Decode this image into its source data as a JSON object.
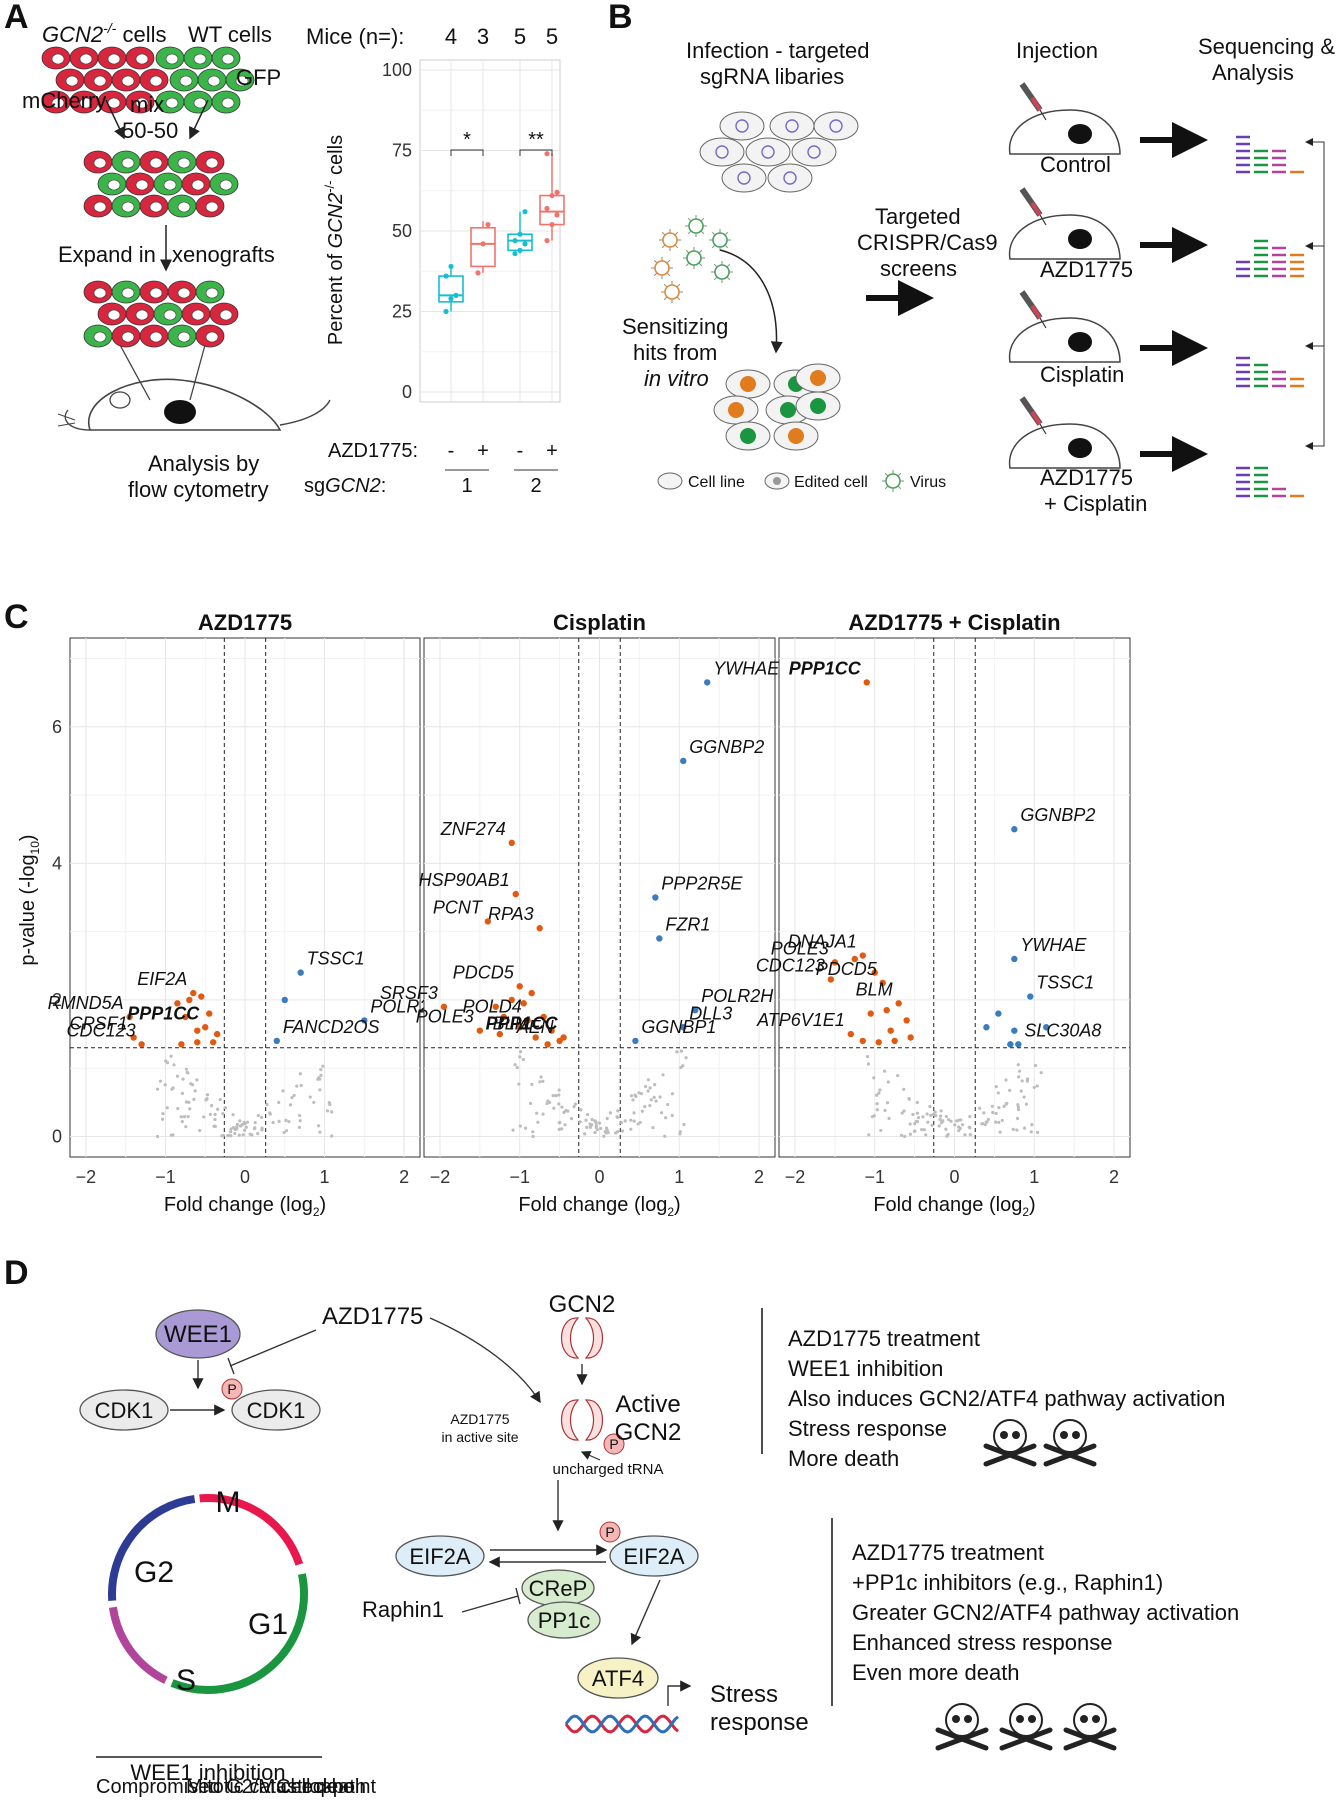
{
  "panel_letters": [
    "A",
    "B",
    "C",
    "D"
  ],
  "panelA": {
    "gcn2_cells": "GCN2",
    "gcn2_cells_sup": "-/-",
    "gcn2_cells_suffix": " cells",
    "wt_cells": "WT cells",
    "mcherry": "mCherry",
    "gfp": "GFP",
    "mix": "mix",
    "ratio": "50-50",
    "expand": "Expand in",
    "xenografts": "xenografts",
    "analysis1": "Analysis by",
    "analysis2": "flow cytometry",
    "mice_label": "Mice (n=):",
    "mice_counts": [
      "4",
      "3",
      "5",
      "5"
    ],
    "azd_label": "AZD1775:",
    "azd_signs": [
      "-",
      "+",
      "-",
      "+"
    ],
    "sg_label_prefix": "sg",
    "sg_label_gene": "GCN2",
    "sg_label_suffix": ":",
    "sg_groups": [
      "1",
      "2"
    ],
    "sig": [
      "*",
      "**"
    ],
    "colors": {
      "red": "#d7263d",
      "green": "#3bb54a",
      "cyan": "#17becf",
      "salmon": "#f0746e"
    }
  },
  "panelB": {
    "infection1": "Infection - targeted",
    "infection2": "sgRNA libaries",
    "sens1": "Sensitizing",
    "sens2": "hits from",
    "sens3": "in vitro",
    "targeted1": "Targeted",
    "targeted2": "CRISPR/Cas9",
    "targeted3": "screens",
    "injection": "Injection",
    "seq1": "Sequencing &",
    "seq2": "Analysis",
    "mice": [
      "Control",
      "AZD1775",
      "Cisplatin",
      "AZD1775",
      "+ Cisplatin"
    ],
    "legend": [
      "Cell line",
      "Edited cell",
      "Virus"
    ]
  },
  "panelC": {
    "titles": [
      "AZD1775",
      "Cisplatin",
      "AZD1775 + Cisplatin"
    ],
    "xlabel": "Fold change (log",
    "xlabel_sub": "2",
    "ylabel": "p-value (-log",
    "ylabel_sub": "10",
    "colors": {
      "neg": "#e15a0f",
      "pos": "#3b7bbf",
      "ns": "#bdbdbd"
    }
  },
  "chart_data": [
    {
      "type": "box",
      "title": "",
      "ylabel": "Percent of GCN2-/- cells",
      "ylim": [
        0,
        100
      ],
      "yticks": [
        0,
        25,
        50,
        75,
        100
      ],
      "groups": [
        {
          "sgGCN2": "1",
          "AZD1775": "-",
          "n": 4,
          "median": 30,
          "q1": 28,
          "q3": 36,
          "min": 25,
          "max": 39,
          "points": [
            25,
            29,
            30,
            36,
            39
          ]
        },
        {
          "sgGCN2": "1",
          "AZD1775": "+",
          "n": 3,
          "median": 46,
          "q1": 39,
          "q3": 51,
          "min": 37,
          "max": 53,
          "points": [
            37,
            46,
            52
          ]
        },
        {
          "sgGCN2": "2",
          "AZD1775": "-",
          "n": 5,
          "median": 47,
          "q1": 44,
          "q3": 49,
          "min": 43,
          "max": 56,
          "points": [
            43,
            44,
            46,
            47,
            49,
            56
          ]
        },
        {
          "sgGCN2": "2",
          "AZD1775": "+",
          "n": 5,
          "median": 56,
          "q1": 52,
          "q3": 61,
          "min": 47,
          "max": 74,
          "points": [
            47,
            52,
            55,
            57,
            61,
            62,
            74
          ]
        }
      ]
    },
    {
      "type": "scatter",
      "title": "AZD1775",
      "xlabel": "Fold change (log2)",
      "ylabel": "p-value (-log10)",
      "xlim": [
        -2.2,
        2.2
      ],
      "ylim": [
        -0.3,
        7.3
      ],
      "xticks": [
        -2,
        -1,
        0,
        1,
        2
      ],
      "yticks": [
        0,
        2,
        4,
        6
      ],
      "vlines": [
        -0.26,
        0.26
      ],
      "hline": 1.3,
      "labeled_points": [
        {
          "gene": "RMND5A",
          "x": -1.45,
          "y": 1.75,
          "class": "neg"
        },
        {
          "gene": "CPSF1",
          "x": -1.4,
          "y": 1.45,
          "class": "neg"
        },
        {
          "gene": "CDC123",
          "x": -1.3,
          "y": 1.35,
          "class": "neg"
        },
        {
          "gene": "EIF2A",
          "x": -0.65,
          "y": 2.1,
          "class": "neg"
        },
        {
          "gene": "PPP1CC",
          "x": -0.5,
          "y": 1.6,
          "class": "neg",
          "bold": true
        },
        {
          "gene": "TSSC1",
          "x": 0.7,
          "y": 2.4,
          "class": "pos"
        },
        {
          "gene": "POLR2L",
          "x": 1.5,
          "y": 1.7,
          "class": "pos"
        },
        {
          "gene": "FANCD2OS",
          "x": 0.4,
          "y": 1.4,
          "class": "pos"
        }
      ],
      "other_points": [
        {
          "x": -0.85,
          "y": 1.95,
          "class": "neg"
        },
        {
          "x": -0.75,
          "y": 1.75,
          "class": "neg"
        },
        {
          "x": -0.7,
          "y": 2.0,
          "class": "neg"
        },
        {
          "x": -0.6,
          "y": 1.55,
          "class": "neg"
        },
        {
          "x": -0.55,
          "y": 2.05,
          "class": "neg"
        },
        {
          "x": -0.45,
          "y": 1.8,
          "class": "neg"
        },
        {
          "x": -0.35,
          "y": 1.5,
          "class": "neg"
        },
        {
          "x": -0.8,
          "y": 1.35,
          "class": "neg"
        },
        {
          "x": -0.6,
          "y": 1.38,
          "class": "neg"
        },
        {
          "x": -0.4,
          "y": 1.38,
          "class": "neg"
        },
        {
          "x": 0.5,
          "y": 2.0,
          "class": "pos"
        }
      ]
    },
    {
      "type": "scatter",
      "title": "Cisplatin",
      "xlabel": "Fold change (log2)",
      "ylabel": "p-value (-log10)",
      "xlim": [
        -2.2,
        2.2
      ],
      "ylim": [
        -0.3,
        7.3
      ],
      "xticks": [
        -2,
        -1,
        0,
        1,
        2
      ],
      "yticks": [
        0,
        2,
        4,
        6
      ],
      "vlines": [
        -0.26,
        0.26
      ],
      "hline": 1.3,
      "labeled_points": [
        {
          "gene": "YWHAE",
          "x": 1.35,
          "y": 6.65,
          "class": "pos"
        },
        {
          "gene": "GGNBP2",
          "x": 1.05,
          "y": 5.5,
          "class": "pos"
        },
        {
          "gene": "ZNF274",
          "x": -1.1,
          "y": 4.3,
          "class": "neg"
        },
        {
          "gene": "HSP90AB1",
          "x": -1.05,
          "y": 3.55,
          "class": "neg"
        },
        {
          "gene": "PPP2R5E",
          "x": 0.7,
          "y": 3.5,
          "class": "pos"
        },
        {
          "gene": "RPA3",
          "x": -0.75,
          "y": 3.05,
          "class": "neg"
        },
        {
          "gene": "PCNT",
          "x": -1.4,
          "y": 3.15,
          "class": "neg"
        },
        {
          "gene": "FZR1",
          "x": 0.75,
          "y": 2.9,
          "class": "pos"
        },
        {
          "gene": "PDCD5",
          "x": -1.0,
          "y": 2.2,
          "class": "neg"
        },
        {
          "gene": "SRSF3",
          "x": -1.95,
          "y": 1.9,
          "class": "neg"
        },
        {
          "gene": "POLR2H",
          "x": 1.2,
          "y": 1.85,
          "class": "pos"
        },
        {
          "gene": "POLD4",
          "x": -0.9,
          "y": 1.7,
          "class": "neg"
        },
        {
          "gene": "DLL3",
          "x": 1.05,
          "y": 1.6,
          "class": "pos"
        },
        {
          "gene": "POLE3",
          "x": -1.5,
          "y": 1.55,
          "class": "neg"
        },
        {
          "gene": "BLM",
          "x": -0.8,
          "y": 1.45,
          "class": "neg"
        },
        {
          "gene": "AEN",
          "x": -0.5,
          "y": 1.4,
          "class": "neg"
        },
        {
          "gene": "GGNBP1",
          "x": 0.45,
          "y": 1.4,
          "class": "pos"
        },
        {
          "gene": "PPP1CC",
          "x": -0.45,
          "y": 1.45,
          "class": "neg",
          "bold": true
        }
      ],
      "other_points": [
        {
          "x": -1.3,
          "y": 1.9,
          "class": "neg"
        },
        {
          "x": -1.2,
          "y": 1.75,
          "class": "neg"
        },
        {
          "x": -1.1,
          "y": 2.0,
          "class": "neg"
        },
        {
          "x": -0.95,
          "y": 1.95,
          "class": "neg"
        },
        {
          "x": -0.85,
          "y": 2.1,
          "class": "neg"
        },
        {
          "x": -1.25,
          "y": 1.5,
          "class": "neg"
        },
        {
          "x": -1.0,
          "y": 1.6,
          "class": "neg"
        },
        {
          "x": -0.7,
          "y": 1.75,
          "class": "neg"
        },
        {
          "x": -0.6,
          "y": 1.55,
          "class": "neg"
        },
        {
          "x": -0.65,
          "y": 1.35,
          "class": "neg"
        }
      ]
    },
    {
      "type": "scatter",
      "title": "AZD1775 + Cisplatin",
      "xlabel": "Fold change (log2)",
      "ylabel": "p-value (-log10)",
      "xlim": [
        -2.2,
        2.2
      ],
      "ylim": [
        -0.3,
        7.3
      ],
      "xticks": [
        -2,
        -1,
        0,
        1,
        2
      ],
      "yticks": [
        0,
        2,
        4,
        6
      ],
      "vlines": [
        -0.26,
        0.26
      ],
      "hline": 1.3,
      "labeled_points": [
        {
          "gene": "PPP1CC",
          "x": -1.1,
          "y": 6.65,
          "class": "neg",
          "bold": true
        },
        {
          "gene": "GGNBP2",
          "x": 0.75,
          "y": 4.5,
          "class": "pos"
        },
        {
          "gene": "POLE3",
          "x": -1.5,
          "y": 2.55,
          "class": "neg"
        },
        {
          "gene": "DNAJA1",
          "x": -1.15,
          "y": 2.65,
          "class": "neg"
        },
        {
          "gene": "YWHAE",
          "x": 0.75,
          "y": 2.6,
          "class": "pos"
        },
        {
          "gene": "CDC123",
          "x": -1.55,
          "y": 2.3,
          "class": "neg"
        },
        {
          "gene": "PDCD5",
          "x": -0.9,
          "y": 2.25,
          "class": "neg"
        },
        {
          "gene": "TSSC1",
          "x": 0.95,
          "y": 2.05,
          "class": "pos"
        },
        {
          "gene": "BLM",
          "x": -0.7,
          "y": 1.95,
          "class": "neg"
        },
        {
          "gene": "ATP6V1E1",
          "x": -1.3,
          "y": 1.5,
          "class": "neg"
        },
        {
          "gene": "SLC30A8",
          "x": 0.8,
          "y": 1.35,
          "class": "pos"
        }
      ],
      "other_points": [
        {
          "x": -1.25,
          "y": 2.6,
          "class": "neg"
        },
        {
          "x": -1.0,
          "y": 2.4,
          "class": "neg"
        },
        {
          "x": -1.05,
          "y": 1.8,
          "class": "neg"
        },
        {
          "x": -0.85,
          "y": 1.85,
          "class": "neg"
        },
        {
          "x": -0.8,
          "y": 1.55,
          "class": "neg"
        },
        {
          "x": -0.6,
          "y": 1.7,
          "class": "neg"
        },
        {
          "x": -0.55,
          "y": 1.45,
          "class": "neg"
        },
        {
          "x": -1.15,
          "y": 1.4,
          "class": "neg"
        },
        {
          "x": -0.95,
          "y": 1.38,
          "class": "neg"
        },
        {
          "x": -0.75,
          "y": 1.4,
          "class": "neg"
        },
        {
          "x": 0.4,
          "y": 1.6,
          "class": "pos"
        },
        {
          "x": 0.55,
          "y": 1.8,
          "class": "pos"
        },
        {
          "x": 0.75,
          "y": 1.55,
          "class": "pos"
        },
        {
          "x": 1.15,
          "y": 1.6,
          "class": "pos"
        },
        {
          "x": 0.7,
          "y": 1.35,
          "class": "pos"
        }
      ]
    }
  ],
  "panelD": {
    "wee1": "WEE1",
    "azd": "AZD1775",
    "cdk1": "CDK1",
    "p": "P",
    "phases": [
      "M",
      "G2",
      "G1",
      "S"
    ],
    "wee_caption": [
      "WEE1 inhibition",
      "Compromised G2/M checkpoint",
      "Mitotic catastrophe",
      "Cell death"
    ],
    "gcn2": "GCN2",
    "active1": "Active",
    "active2": "GCN2",
    "azd_site1": "AZD1775",
    "azd_site2": "in active site",
    "tRNA": "uncharged tRNA",
    "eif2a": "EIF2A",
    "crep": "CReP",
    "pp1c": "PP1c",
    "raphin": "Raphin1",
    "atf4": "ATF4",
    "stress1": "Stress",
    "stress2": "response",
    "box1": [
      "AZD1775 treatment",
      "WEE1 inhibition",
      "Also induces GCN2/ATF4 pathway activation",
      "Stress response",
      "More death"
    ],
    "box2": [
      "AZD1775 treatment",
      "+PP1c inhibitors (e.g., Raphin1)",
      "Greater GCN2/ATF4 pathway activation",
      "Enhanced stress response",
      "Even more death"
    ],
    "cycle_colors": {
      "M": "#e8174d",
      "G1": "#1a9641",
      "S": "#b0459b",
      "G2": "#2e3b94"
    }
  }
}
